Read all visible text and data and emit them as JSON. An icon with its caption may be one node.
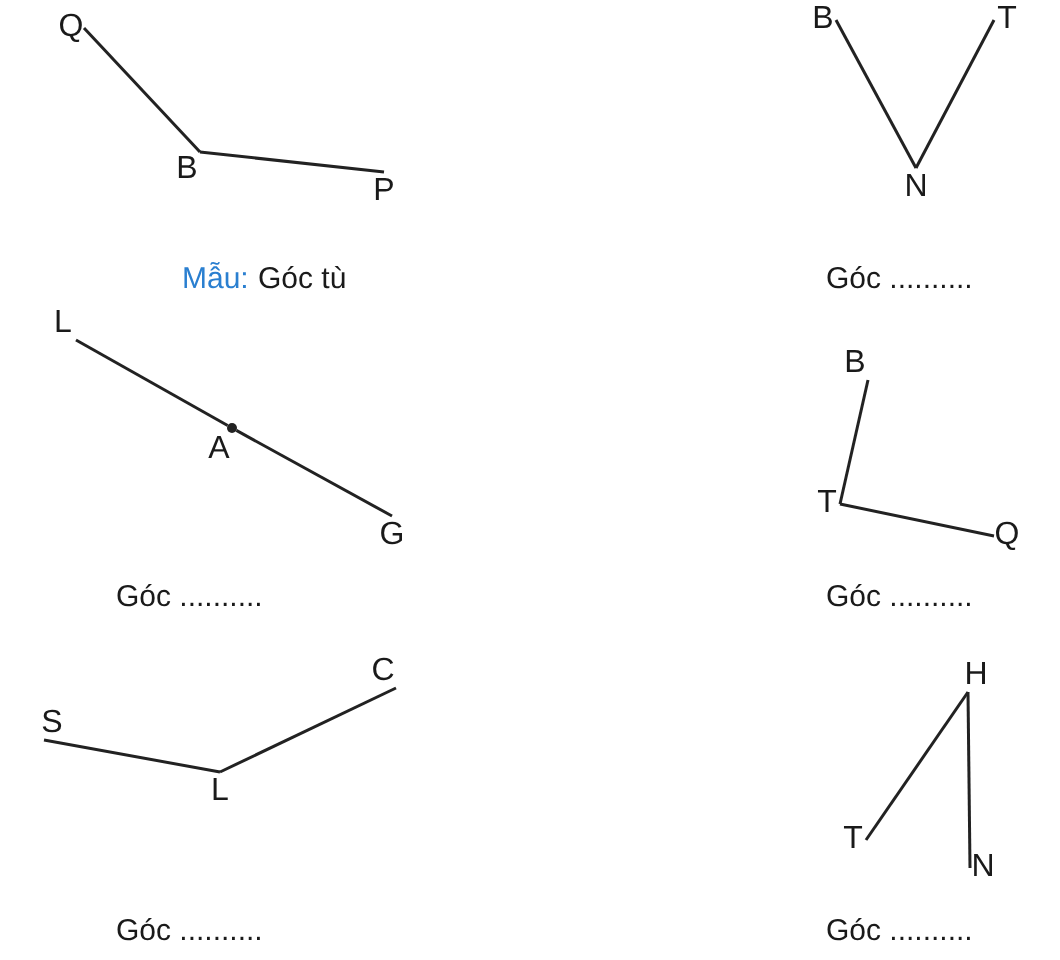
{
  "diagram": {
    "nodes": [
      {
        "text": [
          "Q"
        ]
      },
      {
        "text": [
          "B"
        ]
      },
      {
        "text": [
          "P"
        ]
      },
      {
        "text": [
          "B"
        ]
      },
      {
        "text": [
          "N"
        ]
      },
      {
        "text": [
          "T"
        ]
      },
      {
        "text": [
          "L"
        ]
      },
      {
        "text": [],
        "shape": "circle",
        "beside": [
          "A"
        ]
      },
      {
        "text": [
          "G"
        ]
      },
      {
        "text": [
          "B"
        ]
      },
      {
        "text": [
          "T"
        ]
      },
      {
        "text": [
          "Q"
        ]
      },
      {
        "text": [
          "S"
        ]
      },
      {
        "text": [
          "L"
        ]
      },
      {
        "text": [
          "C"
        ]
      },
      {
        "text": [
          "H"
        ]
      },
      {
        "text": [
          "T"
        ]
      },
      {
        "text": [
          "N"
        ]
      }
    ],
    "edges": [
      {
        "from": 1,
        "to": 0,
        "arrow": "none"
      },
      {
        "from": 1,
        "to": 2,
        "arrow": "none"
      },
      {
        "from": 4,
        "to": 3,
        "arrow": "none"
      },
      {
        "from": 4,
        "to": 5,
        "arrow": "none"
      },
      {
        "from": 7,
        "to": 6,
        "arrow": "none"
      },
      {
        "from": 7,
        "to": 8,
        "arrow": "none"
      },
      {
        "from": 10,
        "to": 9,
        "arrow": "none"
      },
      {
        "from": 10,
        "to": 11,
        "arrow": "none"
      },
      {
        "from": 13,
        "to": 12,
        "arrow": "none"
      },
      {
        "from": 13,
        "to": 14,
        "arrow": "none"
      },
      {
        "from": 15,
        "to": 16,
        "arrow": "none"
      },
      {
        "from": 15,
        "to": 17,
        "arrow": "none"
      }
    ],
    "labels": [
      "Mẫu:",
      "Góc tù",
      "Góc ..........",
      "Góc ..........",
      "Góc ..........",
      "Góc ..........",
      "Góc .........."
    ]
  }
}
